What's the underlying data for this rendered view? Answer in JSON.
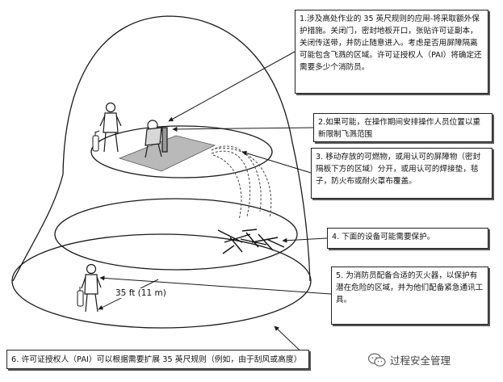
{
  "notes": [
    {
      "id": "1",
      "text": "1.涉及高处作业的 35 英尺规则的应用-将采取额外保护措施。关闭门，密封地板开口，张贴许可证副本，关闭传送带，并防止随意进入。考虑是否用屏障隔离可能包含飞溅的区域。许可证授权人（PAI）将确定还需要多少个消防员。"
    },
    {
      "id": "2",
      "text": "2.如果可能，在操作期间安排操作人员位置以重新限制飞溅范围"
    },
    {
      "id": "3",
      "text": "3. 移动存放的可燃物，或用认可的屏障物（密封隔板下方的区域）分开，或用认可的焊接垫，毯子，防火布或耐火罩布覆盖。"
    },
    {
      "id": "4",
      "text": "4. 下面的设备可能需要保护。"
    },
    {
      "id": "5",
      "text": "5. 为消防员配备合适的灭火器，以保护有潜在危险的区域，并为他们配备紧急通讯工具。"
    },
    {
      "id": "6",
      "text": "6. 许可证授权人（PAI）可以根据需要扩展 35 英尺规则（例如，由于刮风或高度）"
    }
  ],
  "dimension_label": "35 ft (11 m)",
  "watermark": {
    "text": "过程安全管理",
    "icon": "wechat-icon"
  },
  "colors": {
    "line": "#1a1a1a",
    "platform": "#b9b9b9",
    "spark": "#111111",
    "note_border": "#222222"
  }
}
